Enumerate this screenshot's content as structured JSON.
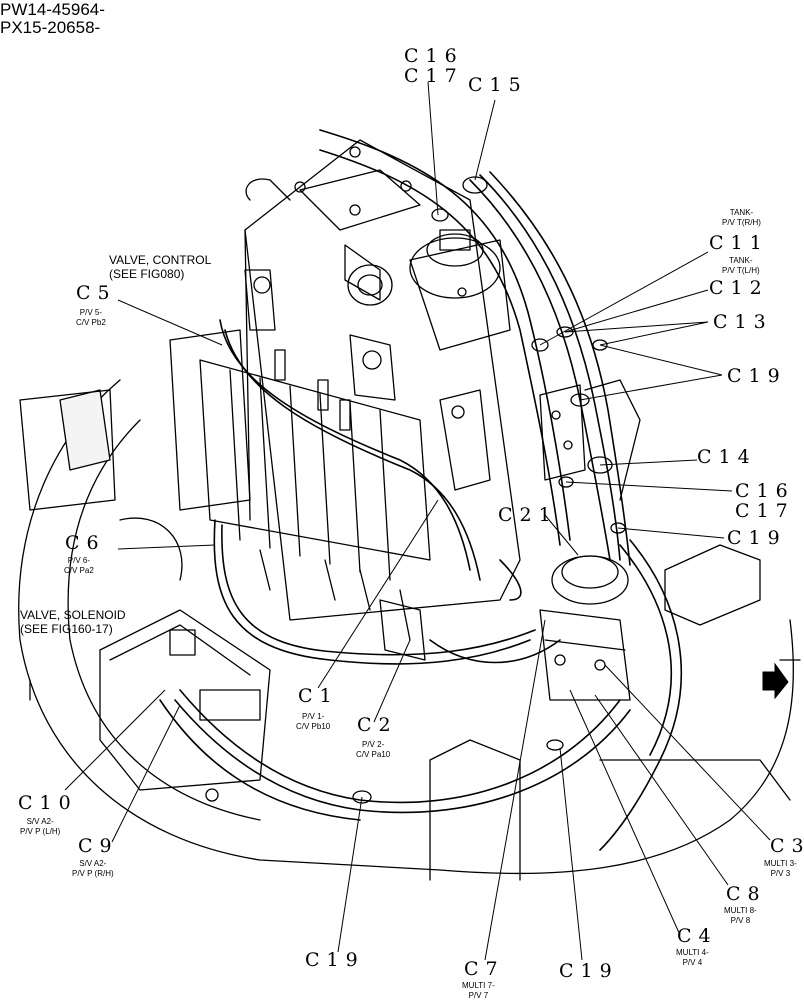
{
  "header": {
    "serial_1": "PW14-45964-",
    "serial_2": "PX15-20658-"
  },
  "refs": {
    "valve_control_1": "VALVE, CONTROL",
    "valve_control_2": "(SEE FIG080)",
    "valve_solenoid_1": "VALVE, SOLENOID",
    "valve_solenoid_2": "(SEE FIG160-17)"
  },
  "callouts": {
    "c16_top": "C16",
    "c17_top": "C17",
    "c15": "C15",
    "c11": "C11",
    "c12": "C12",
    "c13": "C13",
    "c19_right_top": "C19",
    "c14": "C14",
    "c16_mid": "C16",
    "c17_mid": "C17",
    "c21": "C21",
    "c19_right_mid": "C19",
    "c5": "C5",
    "c6": "C6",
    "c1": "C1",
    "c2": "C2",
    "c10": "C10",
    "c9": "C9",
    "c3": "C3",
    "c8": "C8",
    "c4": "C4",
    "c19_bottom_left": "C19",
    "c7": "C7",
    "c19_bottom_right": "C19"
  },
  "notes": {
    "tank_rh_1": "TANK-",
    "tank_rh_2": "P/V T(R/H)",
    "tank_lh_1": "TANK-",
    "tank_lh_2": "P/V T(L/H)",
    "c5_1": "P/V 5-",
    "c5_2": "C/V Pb2",
    "c6_1": "P/V 6-",
    "c6_2": "C/V Pa2",
    "c1_1": "P/V 1-",
    "c1_2": "C/V Pb10",
    "c2_1": "P/V 2-",
    "c2_2": "C/V Pa10",
    "c10_1": "S/V A2-",
    "c10_2": "P/V P (L/H)",
    "c9_1": "S/V A2-",
    "c9_2": "P/V P (R/H)",
    "c3_1": "MULTI 3-",
    "c3_2": "P/V 3",
    "c8_1": "MULTI 8-",
    "c8_2": "P/V 8",
    "c4_1": "MULTI 4-",
    "c4_2": "P/V 4",
    "c7_1": "MULTI 7-",
    "c7_2": "P/V 7"
  },
  "icons": {
    "direction_arrow": "arrow-right-icon"
  }
}
